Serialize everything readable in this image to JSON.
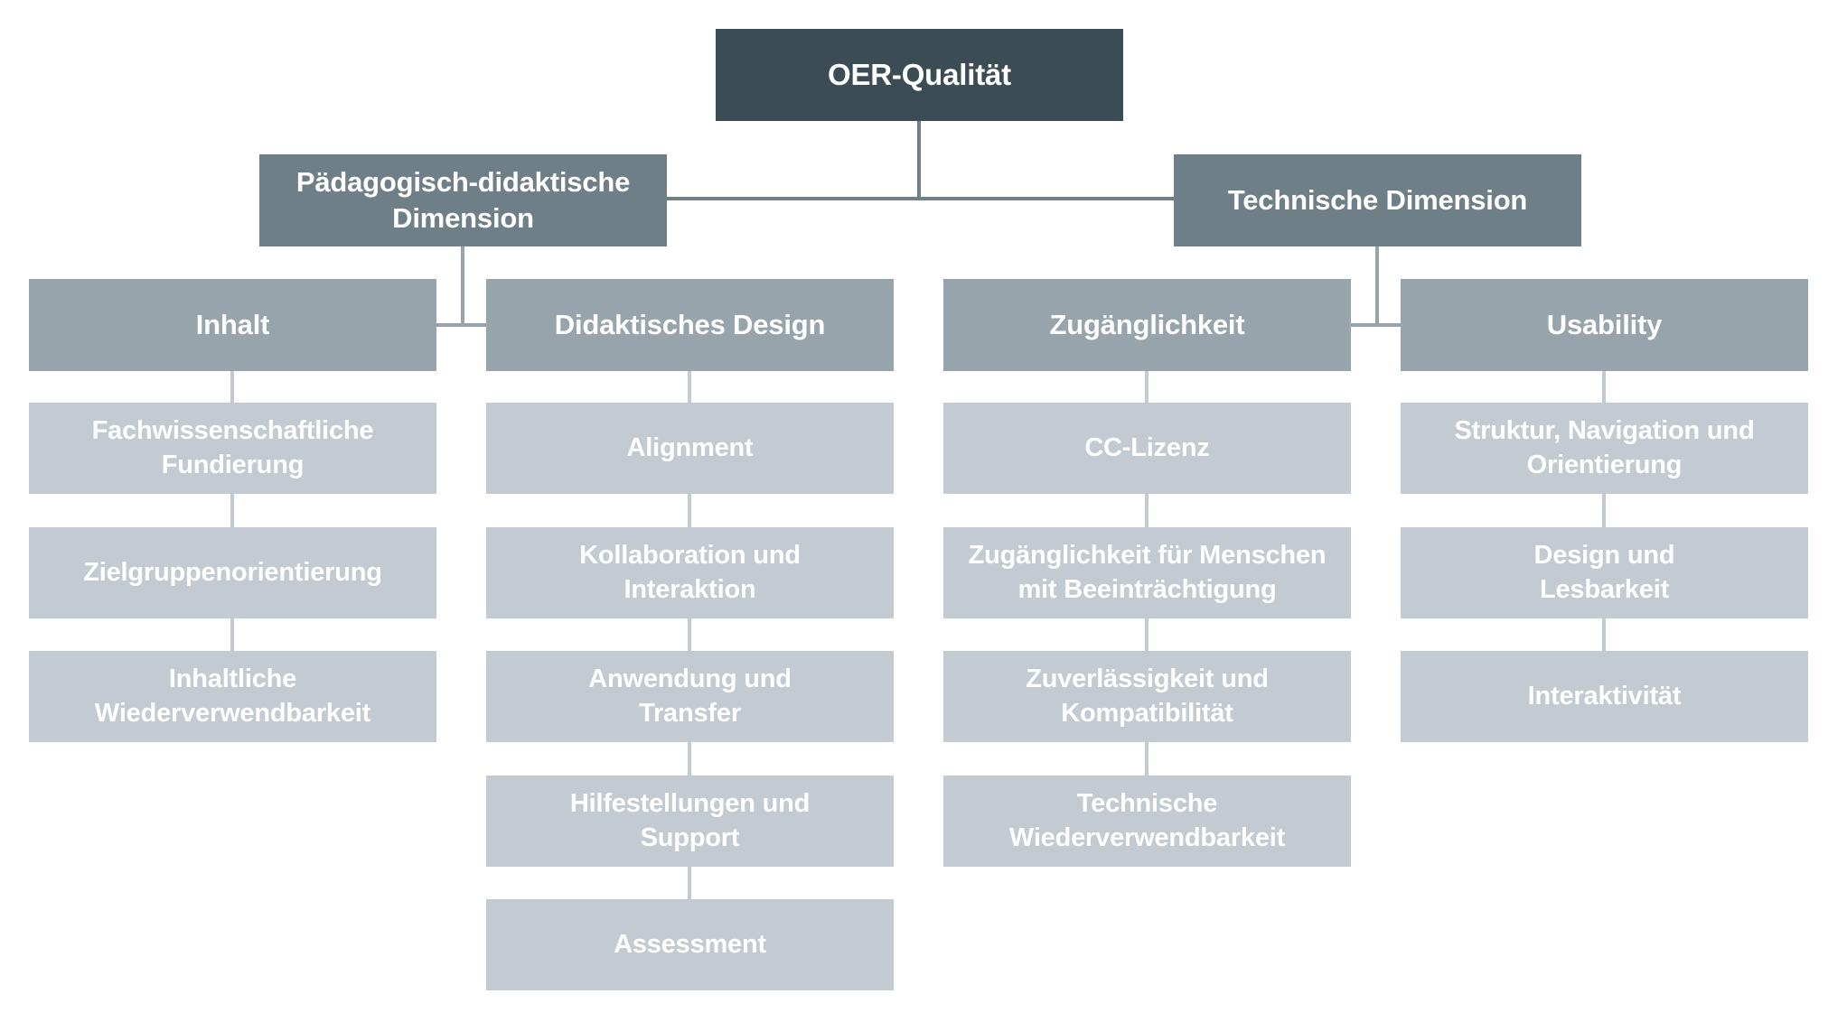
{
  "palette": {
    "bg": "#FFFFFF",
    "text": "#FFFFFF",
    "level1": "#3C4C55",
    "level2": "#6F7F88",
    "level3": "#97A4AB",
    "level4": "#C3CAD1"
  },
  "chart": {
    "root": {
      "label": "OER-Qualität"
    },
    "branches": [
      {
        "label": "Pädagogisch-didaktische\nDimension",
        "groups": [
          {
            "title": "Inhalt",
            "items": [
              "Fachwissenschaftliche\nFundierung",
              "Zielgruppenorientierung",
              "Inhaltliche\nWiederverwendbarkeit"
            ]
          },
          {
            "title": "Didaktisches Design",
            "items": [
              "Alignment",
              "Kollaboration und\nInteraktion",
              "Anwendung und\nTransfer",
              "Hilfestellungen und\nSupport",
              "Assessment"
            ]
          }
        ]
      },
      {
        "label": "Technische Dimension",
        "groups": [
          {
            "title": "Zugänglichkeit",
            "items": [
              "CC-Lizenz",
              "Zugänglichkeit für Menschen\nmit Beeinträchtigung",
              "Zuverlässigkeit und\nKompatibilität",
              "Technische\nWiederverwendbarkeit"
            ]
          },
          {
            "title": "Usability",
            "items": [
              "Struktur, Navigation und\nOrientierung",
              "Design und\nLesbarkeit",
              "Interaktivität"
            ]
          }
        ]
      }
    ]
  }
}
